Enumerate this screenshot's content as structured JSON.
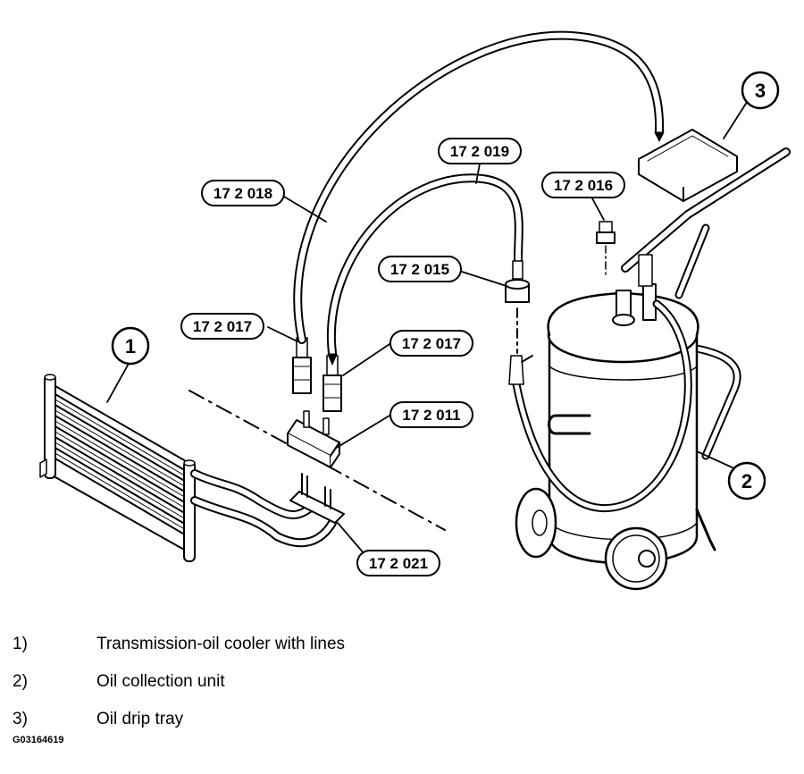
{
  "callouts": [
    "1",
    "2",
    "3"
  ],
  "tools": {
    "t018": "17 2 018",
    "t019": "17 2 019",
    "t016": "17 2 016",
    "t015": "17 2 015",
    "t017a": "17 2 017",
    "t017b": "17 2 017",
    "t011": "17 2 011",
    "t021": "17 2 021"
  },
  "legend": [
    {
      "num": "1)",
      "text": "Transmission-oil cooler with lines"
    },
    {
      "num": "2)",
      "text": "Oil collection unit"
    },
    {
      "num": "3)",
      "text": "Oil drip tray"
    }
  ],
  "figure_id": "G03164619"
}
